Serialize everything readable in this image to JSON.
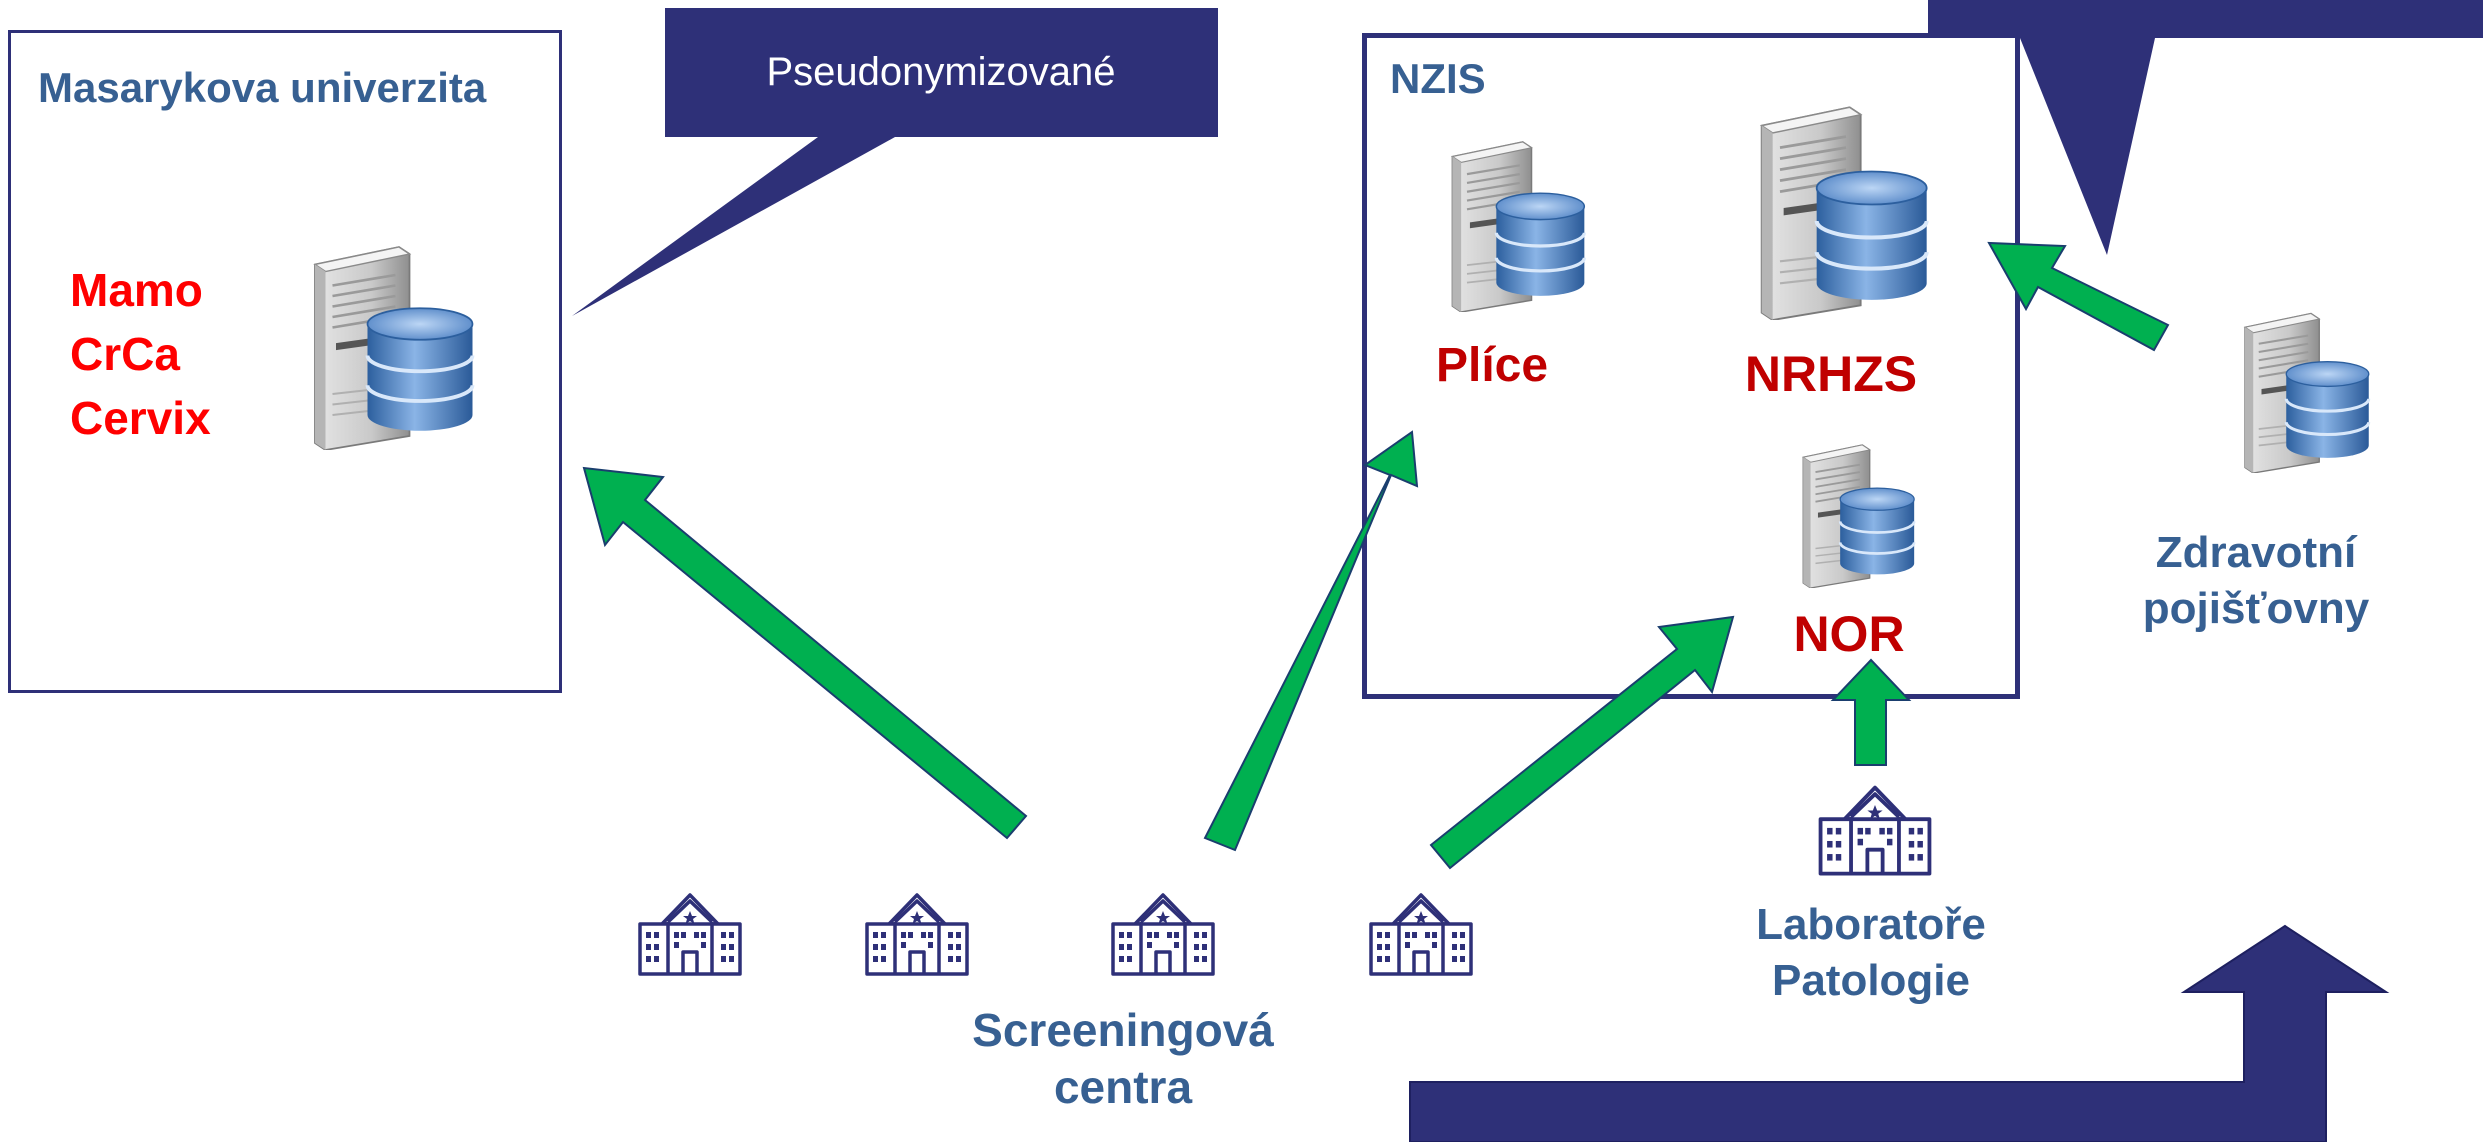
{
  "colors": {
    "navy": "#2e3078",
    "green": "#00b050",
    "teal_text": "#376092",
    "red_text": "#ff0000",
    "dark_red_text": "#c00000"
  },
  "mu_box": {
    "title": "Masarykova univerzita",
    "registries": [
      "Mamo",
      "CrCa",
      "Cervix"
    ]
  },
  "callout_pseudo": {
    "label": "Pseudonymizované"
  },
  "nzis_box": {
    "title": "NZIS",
    "plice_label": "Plíce",
    "nrhzs_label": "NRHZS",
    "nor_label": "NOR"
  },
  "insurers": {
    "label_lines": [
      "Zdravotní",
      "pojišťovny"
    ]
  },
  "pathology": {
    "label_lines": [
      "Laboratoře",
      "Patologie"
    ]
  },
  "screening": {
    "label_lines": [
      "Screeningová",
      "centra"
    ]
  },
  "icons": {
    "server": "server-database-icon",
    "hospital": "hospital-building-icon"
  }
}
